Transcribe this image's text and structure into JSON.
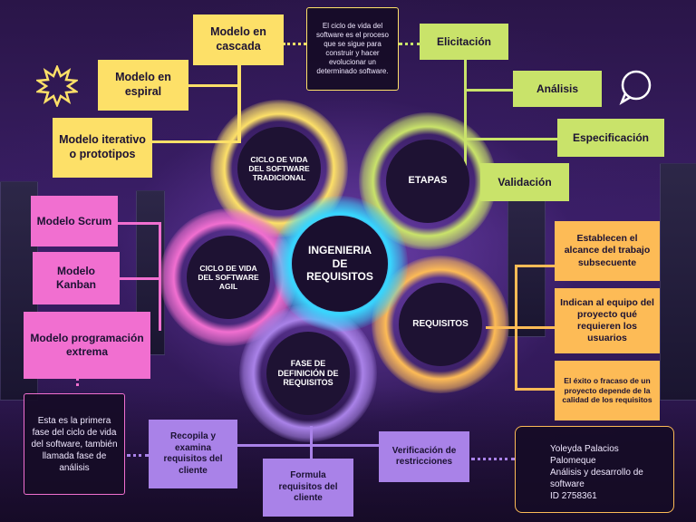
{
  "center": {
    "label": "INGENIERIA DE REQUISITOS"
  },
  "circles": {
    "tradicional": "CICLO DE VIDA DEL SOFTWARE TRADICIONAL",
    "etapas": "ETAPAS",
    "agil": "CICLO DE VIDA DEL SOFTWARE AGIL",
    "requisitos": "REQUISITOS",
    "fase": "FASE DE DEFINICIÓN DE REQUISITOS"
  },
  "tradicional_models": [
    "Modelo en cascada",
    "Modelo en espiral",
    "Modelo iterativo o prototipos"
  ],
  "etapas_items": [
    "Elicitación",
    "Análisis",
    "Especificación",
    "Validación"
  ],
  "agil_models": [
    "Modelo Scrum",
    "Modelo Kanban",
    "Modelo programación extrema"
  ],
  "requisitos_items": [
    "Establecen el alcance del trabajo subsecuente",
    "Indican al equipo del proyecto qué requieren los usuarios",
    "El éxito o fracaso de un proyecto depende de la calidad de los requisitos"
  ],
  "fase_items": [
    "Recopila y examina requisitos del cliente",
    "Formula requisitos del cliente",
    "Verificación de restricciones"
  ],
  "notes": {
    "definition": "El ciclo de vida del software es el proceso que se sigue para construir y hacer evolucionar un determinado software.",
    "fase_note": "Esta es la primera fase del ciclo de vida del software, también llamada fase de análisis",
    "author": {
      "name": "Yoleyda Palacios Palomeque",
      "course": "Análisis y desarrollo de software",
      "id": "ID 2758361"
    }
  },
  "colors": {
    "yellow": "#fde068",
    "green": "#c9e36a",
    "pink": "#f16fd0",
    "orange": "#fdbb56",
    "purple": "#a982e8",
    "center_glow": "#37d8ff"
  },
  "icons": [
    "sun-burst-icon",
    "speech-bubble-icon"
  ]
}
